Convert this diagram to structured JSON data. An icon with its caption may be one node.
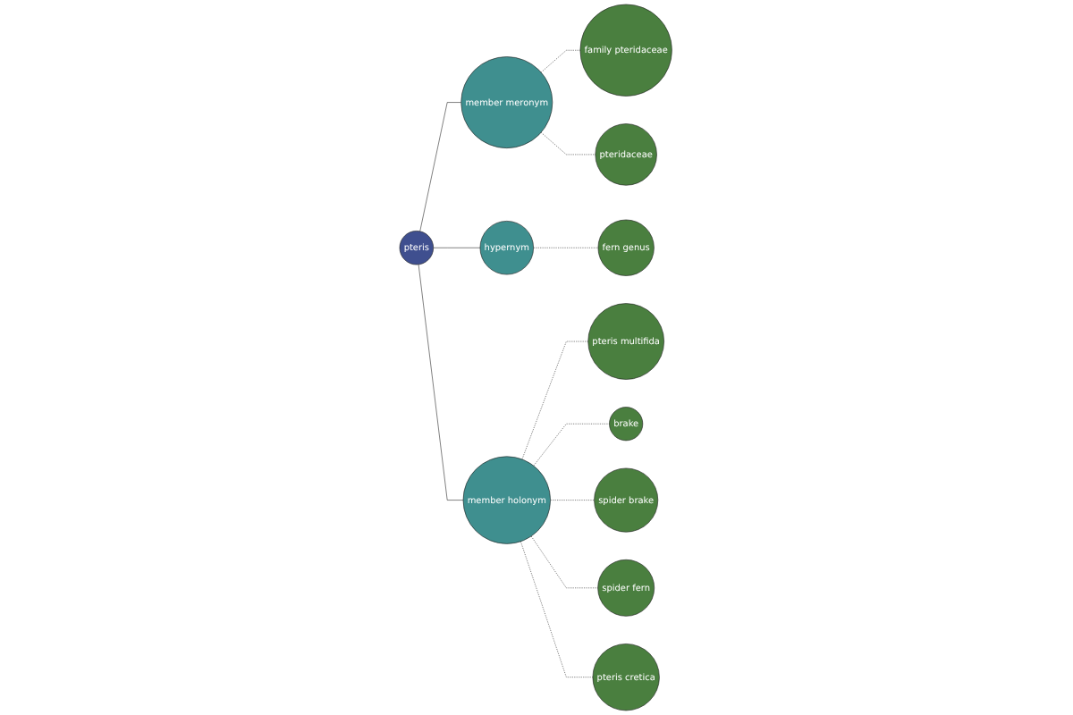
{
  "diagram": {
    "nodes": [
      {
        "text": [
          "family pteridaceae"
        ]
      },
      {
        "text": [
          "pteridaceae"
        ]
      },
      {
        "text": [
          "member meronym"
        ]
      },
      {
        "text": [
          "pteris multifida"
        ]
      },
      {
        "text": [
          "pteris"
        ]
      },
      {
        "text": [
          "brake"
        ]
      },
      {
        "text": [
          "member holonym"
        ]
      },
      {
        "text": [
          "hypernym"
        ]
      },
      {
        "text": [
          "spider fern"
        ]
      },
      {
        "text": [
          "spider brake"
        ]
      },
      {
        "text": [
          "pteris cretica"
        ]
      },
      {
        "text": [
          "fern genus"
        ]
      }
    ],
    "edges": [
      {
        "from": 4,
        "to": 2,
        "arrow": "none"
      },
      {
        "from": 4,
        "to": 7,
        "arrow": "none"
      },
      {
        "from": 4,
        "to": 6,
        "arrow": "none"
      },
      {
        "from": 2,
        "to": 0,
        "arrow": "none",
        "style": "dashed"
      },
      {
        "from": 2,
        "to": 1,
        "arrow": "none",
        "style": "dashed"
      },
      {
        "from": 7,
        "to": 11,
        "arrow": "none",
        "style": "dashed"
      },
      {
        "from": 6,
        "to": 3,
        "arrow": "none",
        "style": "dashed"
      },
      {
        "from": 6,
        "to": 5,
        "arrow": "none",
        "style": "dashed"
      },
      {
        "from": 6,
        "to": 9,
        "arrow": "none",
        "style": "dashed"
      },
      {
        "from": 6,
        "to": 8,
        "arrow": "none",
        "style": "dashed"
      },
      {
        "from": 6,
        "to": 10,
        "arrow": "none",
        "style": "dashed"
      }
    ]
  }
}
